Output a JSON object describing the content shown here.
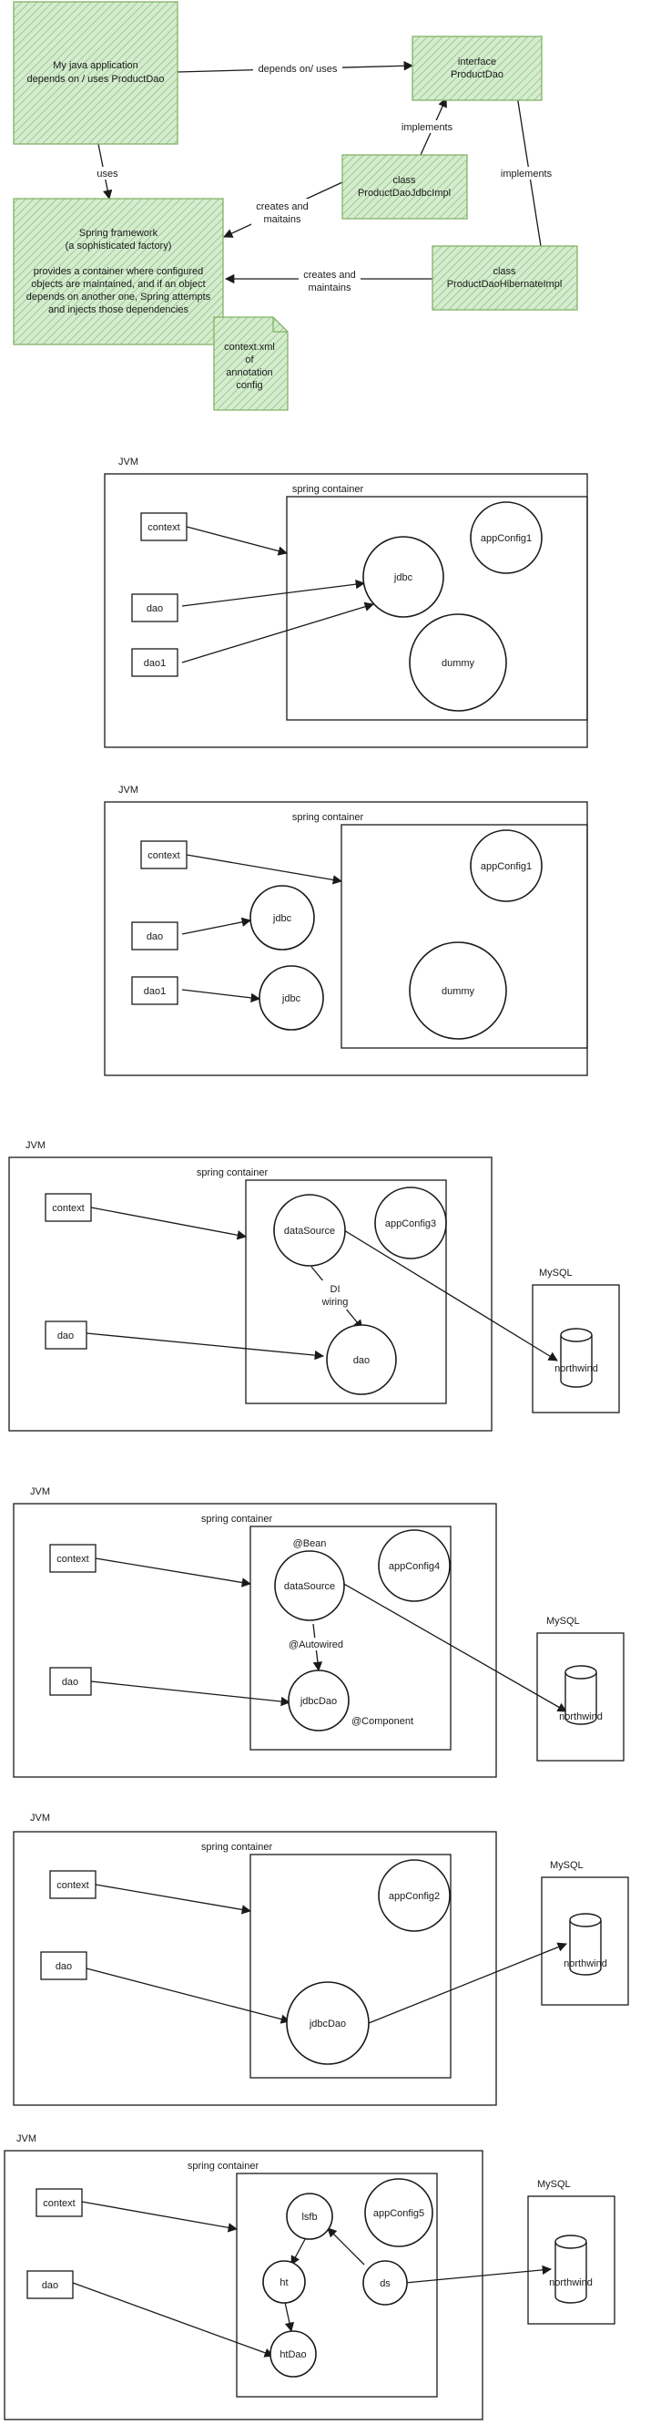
{
  "top": {
    "app": [
      "My java application",
      "depends on / uses ProductDao"
    ],
    "iface": [
      "interface",
      "ProductDao"
    ],
    "jdbcimpl": [
      "class",
      "ProductDaoJdbcImpl"
    ],
    "hibimpl": [
      "class",
      "ProductDaoHibernateImpl"
    ],
    "spring": [
      "Spring framework",
      "(a sophisticated factory)",
      "",
      "provides a container where configured",
      "objects are maintained, and if an object",
      "depends on another one, Spring attempts",
      "and injects those dependencies"
    ],
    "config": [
      "context.xml",
      "of",
      "annotation",
      "config"
    ],
    "edges": {
      "depends": "depends on/ uses",
      "uses": "uses",
      "implements1": "implements",
      "implements2": "implements",
      "creates1": [
        "creates and",
        "maitains"
      ],
      "creates2": [
        "creates and",
        "maintains"
      ]
    }
  },
  "d1": {
    "jvm": "JVM",
    "container": "spring container",
    "context": "context",
    "dao": "dao",
    "dao1": "dao1",
    "jdbc": "jdbc",
    "dummy": "dummy",
    "appConfig": "appConfig1"
  },
  "d2": {
    "jvm": "JVM",
    "container": "spring container",
    "context": "context",
    "dao": "dao",
    "dao1": "dao1",
    "jdbc1": "jdbc",
    "jdbc2": "jdbc",
    "dummy": "dummy",
    "appConfig": "appConfig1"
  },
  "d3": {
    "jvm": "JVM",
    "container": "spring container",
    "context": "context",
    "dao": "dao",
    "ds": "dataSource",
    "daoBean": "dao",
    "appConfig": "appConfig3",
    "wiring": [
      "DI",
      "wiring"
    ],
    "mysql": "MySQL",
    "db": "northwind"
  },
  "d4": {
    "jvm": "JVM",
    "container": "spring container",
    "context": "context",
    "dao": "dao",
    "ds": "dataSource",
    "jdbcDao": "jdbcDao",
    "appConfig": "appConfig4",
    "bean": "@Bean",
    "autowired": "@Autowired",
    "component": "@Component",
    "mysql": "MySQL",
    "db": "northwind"
  },
  "d5": {
    "jvm": "JVM",
    "container": "spring container",
    "context": "context",
    "dao": "dao",
    "jdbcDao": "jdbcDao",
    "appConfig": "appConfig2",
    "mysql": "MySQL",
    "db": "northwind"
  },
  "d6": {
    "jvm": "JVM",
    "container": "spring container",
    "context": "context",
    "dao": "dao",
    "lsfb": "lsfb",
    "ht": "ht",
    "ds": "ds",
    "htDao": "htDao",
    "appConfig": "appConfig5",
    "mysql": "MySQL",
    "db": "northwind"
  }
}
